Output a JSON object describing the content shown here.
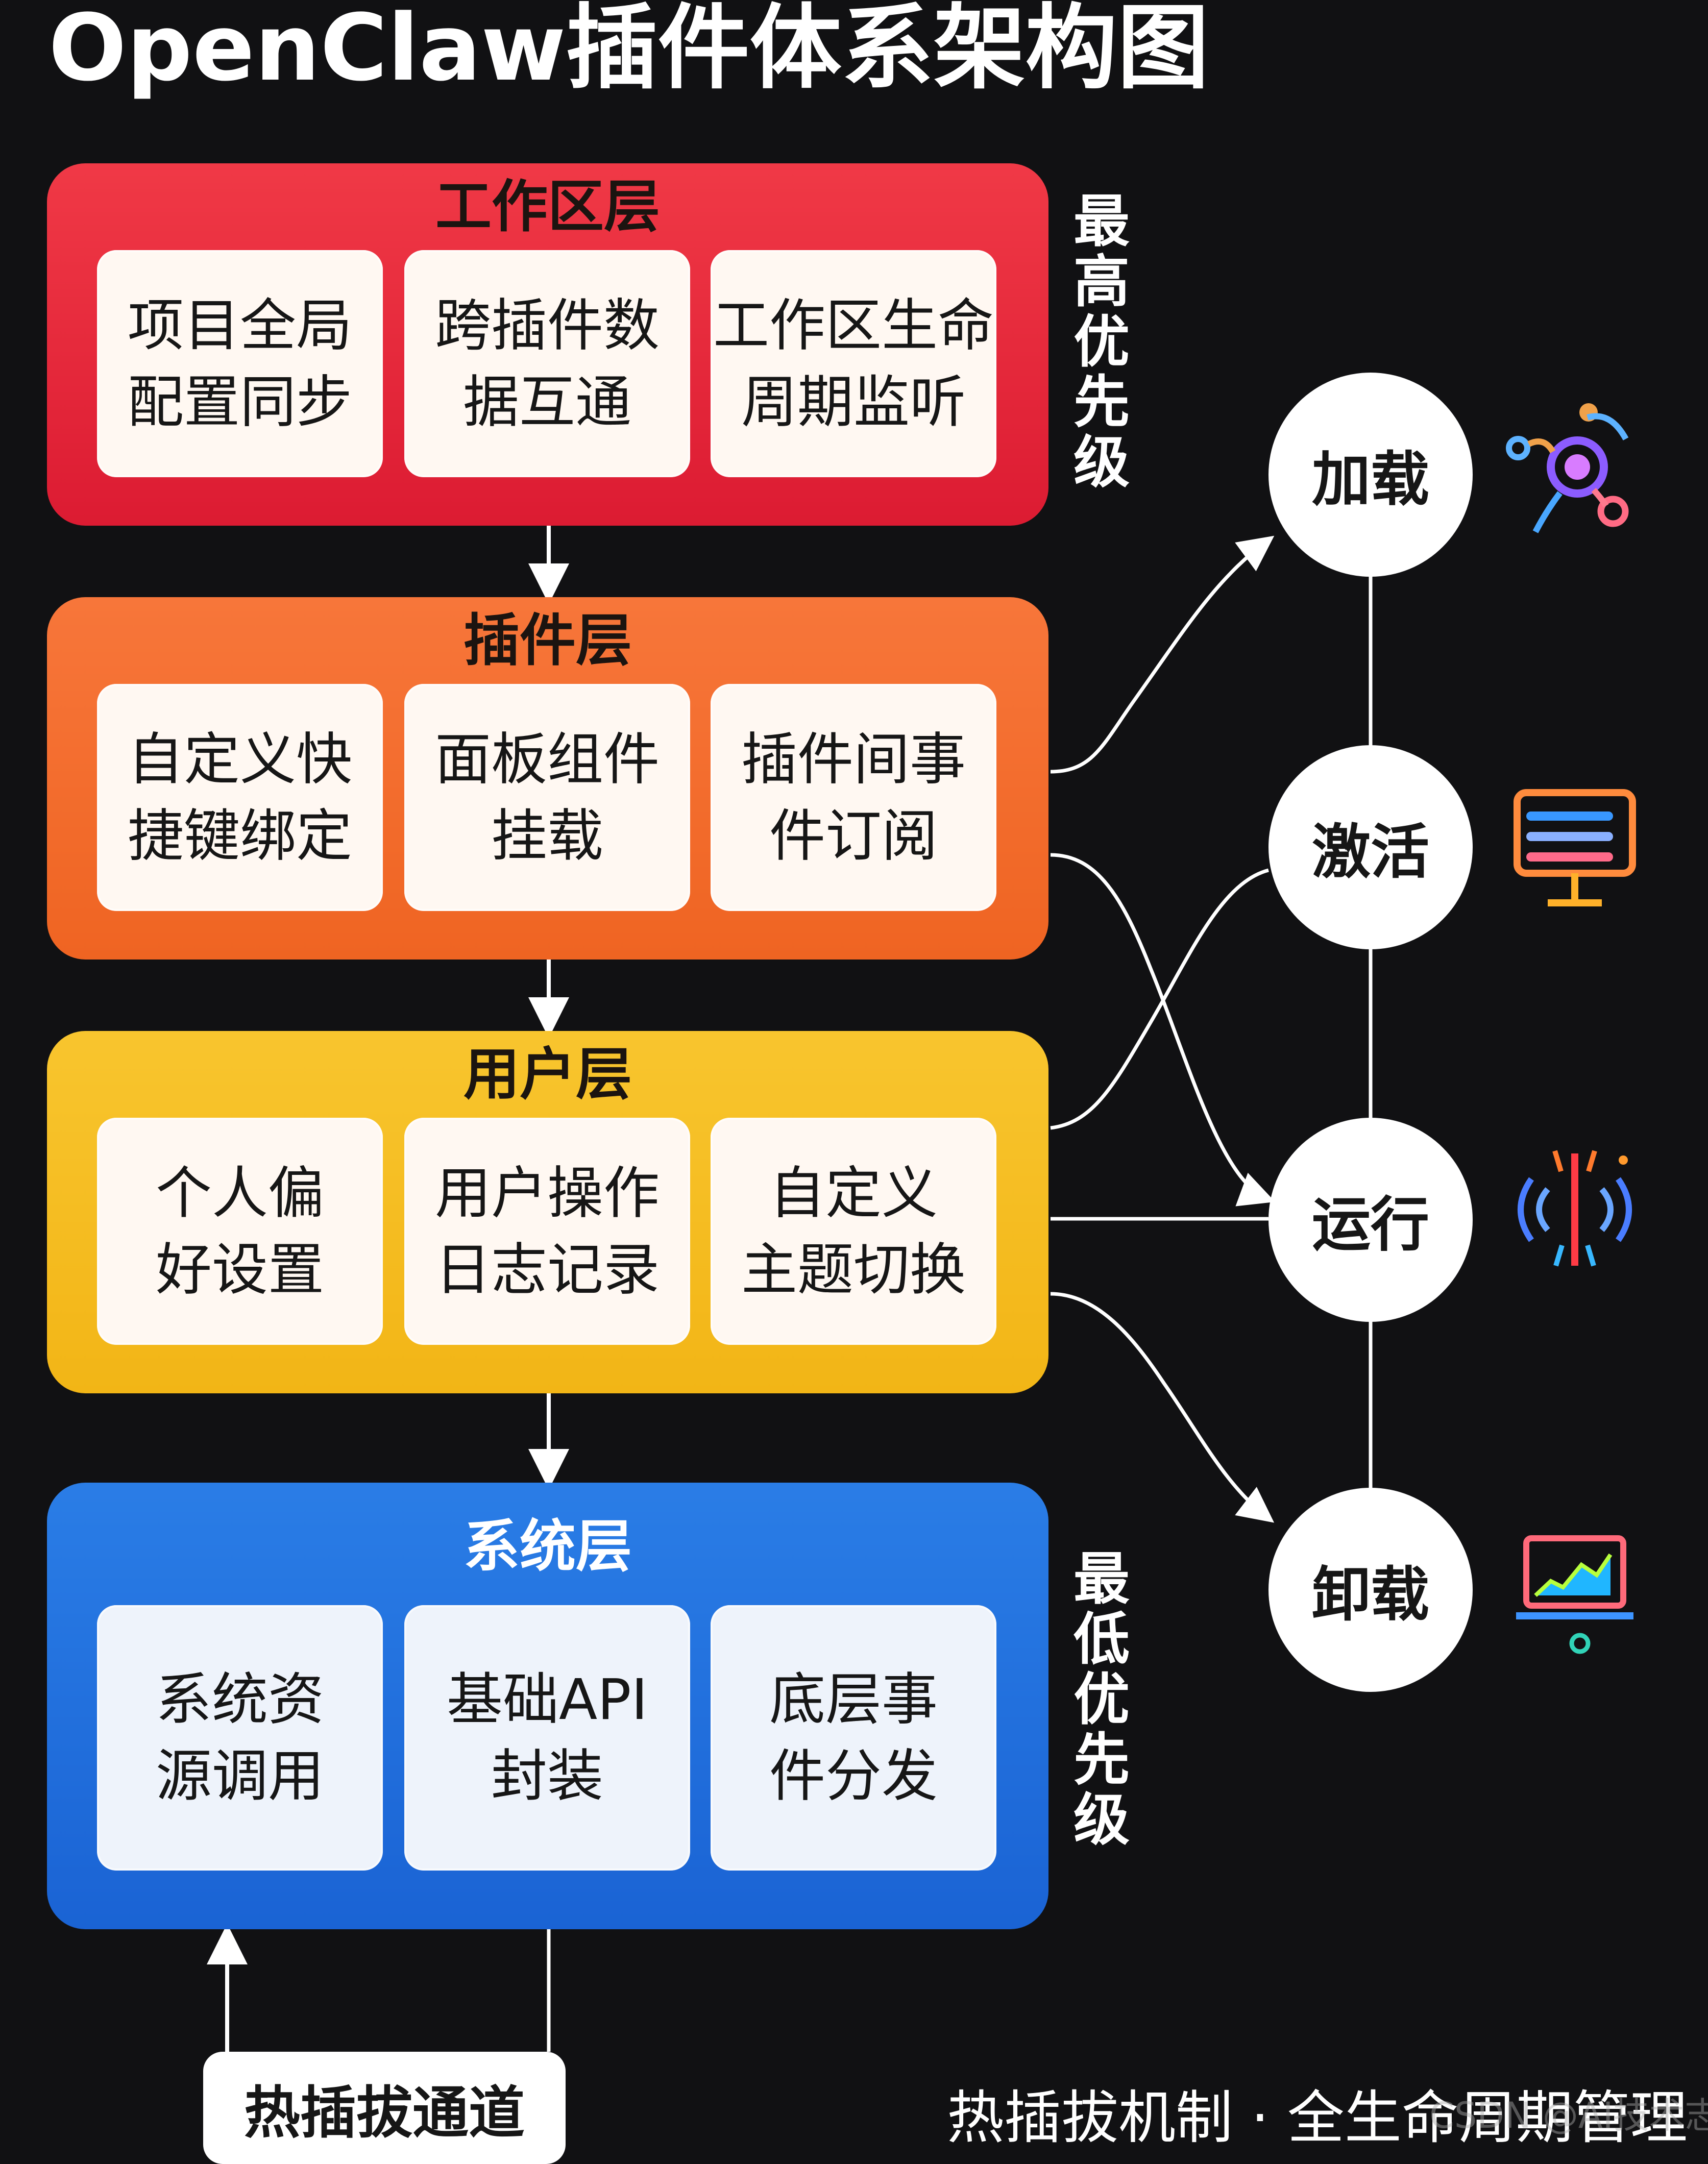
{
  "title": "OpenClaw插件体系架构图",
  "layers": [
    {
      "id": "workspace",
      "title": "工作区层",
      "color": "#e32a3d",
      "cards": [
        {
          "line1": "项目全局",
          "line2": "配置同步"
        },
        {
          "line1": "跨插件数",
          "line2": "据互通"
        },
        {
          "line1": "工作区生命",
          "line2": "周期监听"
        }
      ]
    },
    {
      "id": "plugin",
      "title": "插件层",
      "color": "#f26b2b",
      "cards": [
        {
          "line1": "自定义快",
          "line2": "捷键绑定"
        },
        {
          "line1": "面板组件",
          "line2": "挂载"
        },
        {
          "line1": "插件间事",
          "line2": "件订阅"
        }
      ]
    },
    {
      "id": "user",
      "title": "用户层",
      "color": "#f4bb1f",
      "cards": [
        {
          "line1": "个人偏",
          "line2": "好设置"
        },
        {
          "line1": "用户操作",
          "line2": "日志记录"
        },
        {
          "line1": "自定义",
          "line2": "主题切换"
        }
      ]
    },
    {
      "id": "system",
      "title": "系统层",
      "color": "#1f6fdc",
      "cards": [
        {
          "line1": "系统资",
          "line2": "源调用"
        },
        {
          "line1": "基础API",
          "line2": "封装"
        },
        {
          "line1": "底层事",
          "line2": "件分发"
        }
      ]
    }
  ],
  "priority": {
    "highest": "最高优先级",
    "lowest": "最低优先级"
  },
  "lifecycle": [
    {
      "label": "加载",
      "icon": "search-process-icon"
    },
    {
      "label": "激活",
      "icon": "monitor-control-icon"
    },
    {
      "label": "运行",
      "icon": "signal-wave-icon"
    },
    {
      "label": "卸载",
      "icon": "laptop-chart-icon"
    }
  ],
  "hotplug_channel": "热插拔通道",
  "footer": "热插拔机制 · 全生命周期管理",
  "watermark": "CSDN @AI技术志",
  "colors": {
    "background": "#111113",
    "card_background": "#fff8f2",
    "system_card_background": "#eef3fb",
    "line": "#ffffff"
  }
}
